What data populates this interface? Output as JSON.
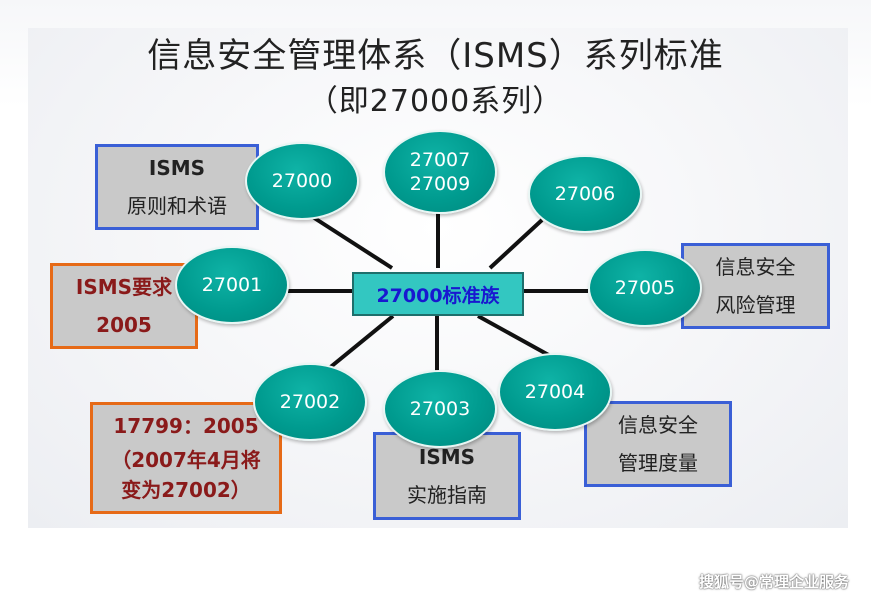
{
  "title": {
    "line1": "信息安全管理体系（ISMS）系列标准",
    "line2": "（即27000系列）"
  },
  "center": {
    "label": "27000标准族"
  },
  "nodes": [
    {
      "id": "27000",
      "label": "27000"
    },
    {
      "id": "27007",
      "line1": "27007",
      "line2": "27009"
    },
    {
      "id": "27006",
      "label": "27006"
    },
    {
      "id": "27001",
      "label": "27001"
    },
    {
      "id": "27005",
      "label": "27005"
    },
    {
      "id": "27002",
      "label": "27002"
    },
    {
      "id": "27003",
      "label": "27003"
    },
    {
      "id": "27004",
      "label": "27004"
    }
  ],
  "boxes": {
    "b27000": {
      "line1": "ISMS",
      "line2": "原则和术语"
    },
    "b27001": {
      "line1": "ISMS要求",
      "line2": "2005"
    },
    "b27005": {
      "line1": "信息安全",
      "line2": "风险管理"
    },
    "b27002": {
      "line1": "17799：2005",
      "line2": "（2007年4月将",
      "line3": "变为27002）"
    },
    "b27003": {
      "line1": "ISMS",
      "line2": "实施指南"
    },
    "b27004": {
      "line1": "信息安全",
      "line2": "管理度量"
    }
  },
  "watermark": "搜狐号@常理企业服务",
  "colors": {
    "node_fill": "#009b8f",
    "center_fill": "#33c7c1",
    "center_text": "#1818d0",
    "blue_border": "#3a5fd6",
    "orange_border": "#e66a17",
    "orange_text": "#8a1a1a",
    "box_fill": "#c9c9c9"
  }
}
